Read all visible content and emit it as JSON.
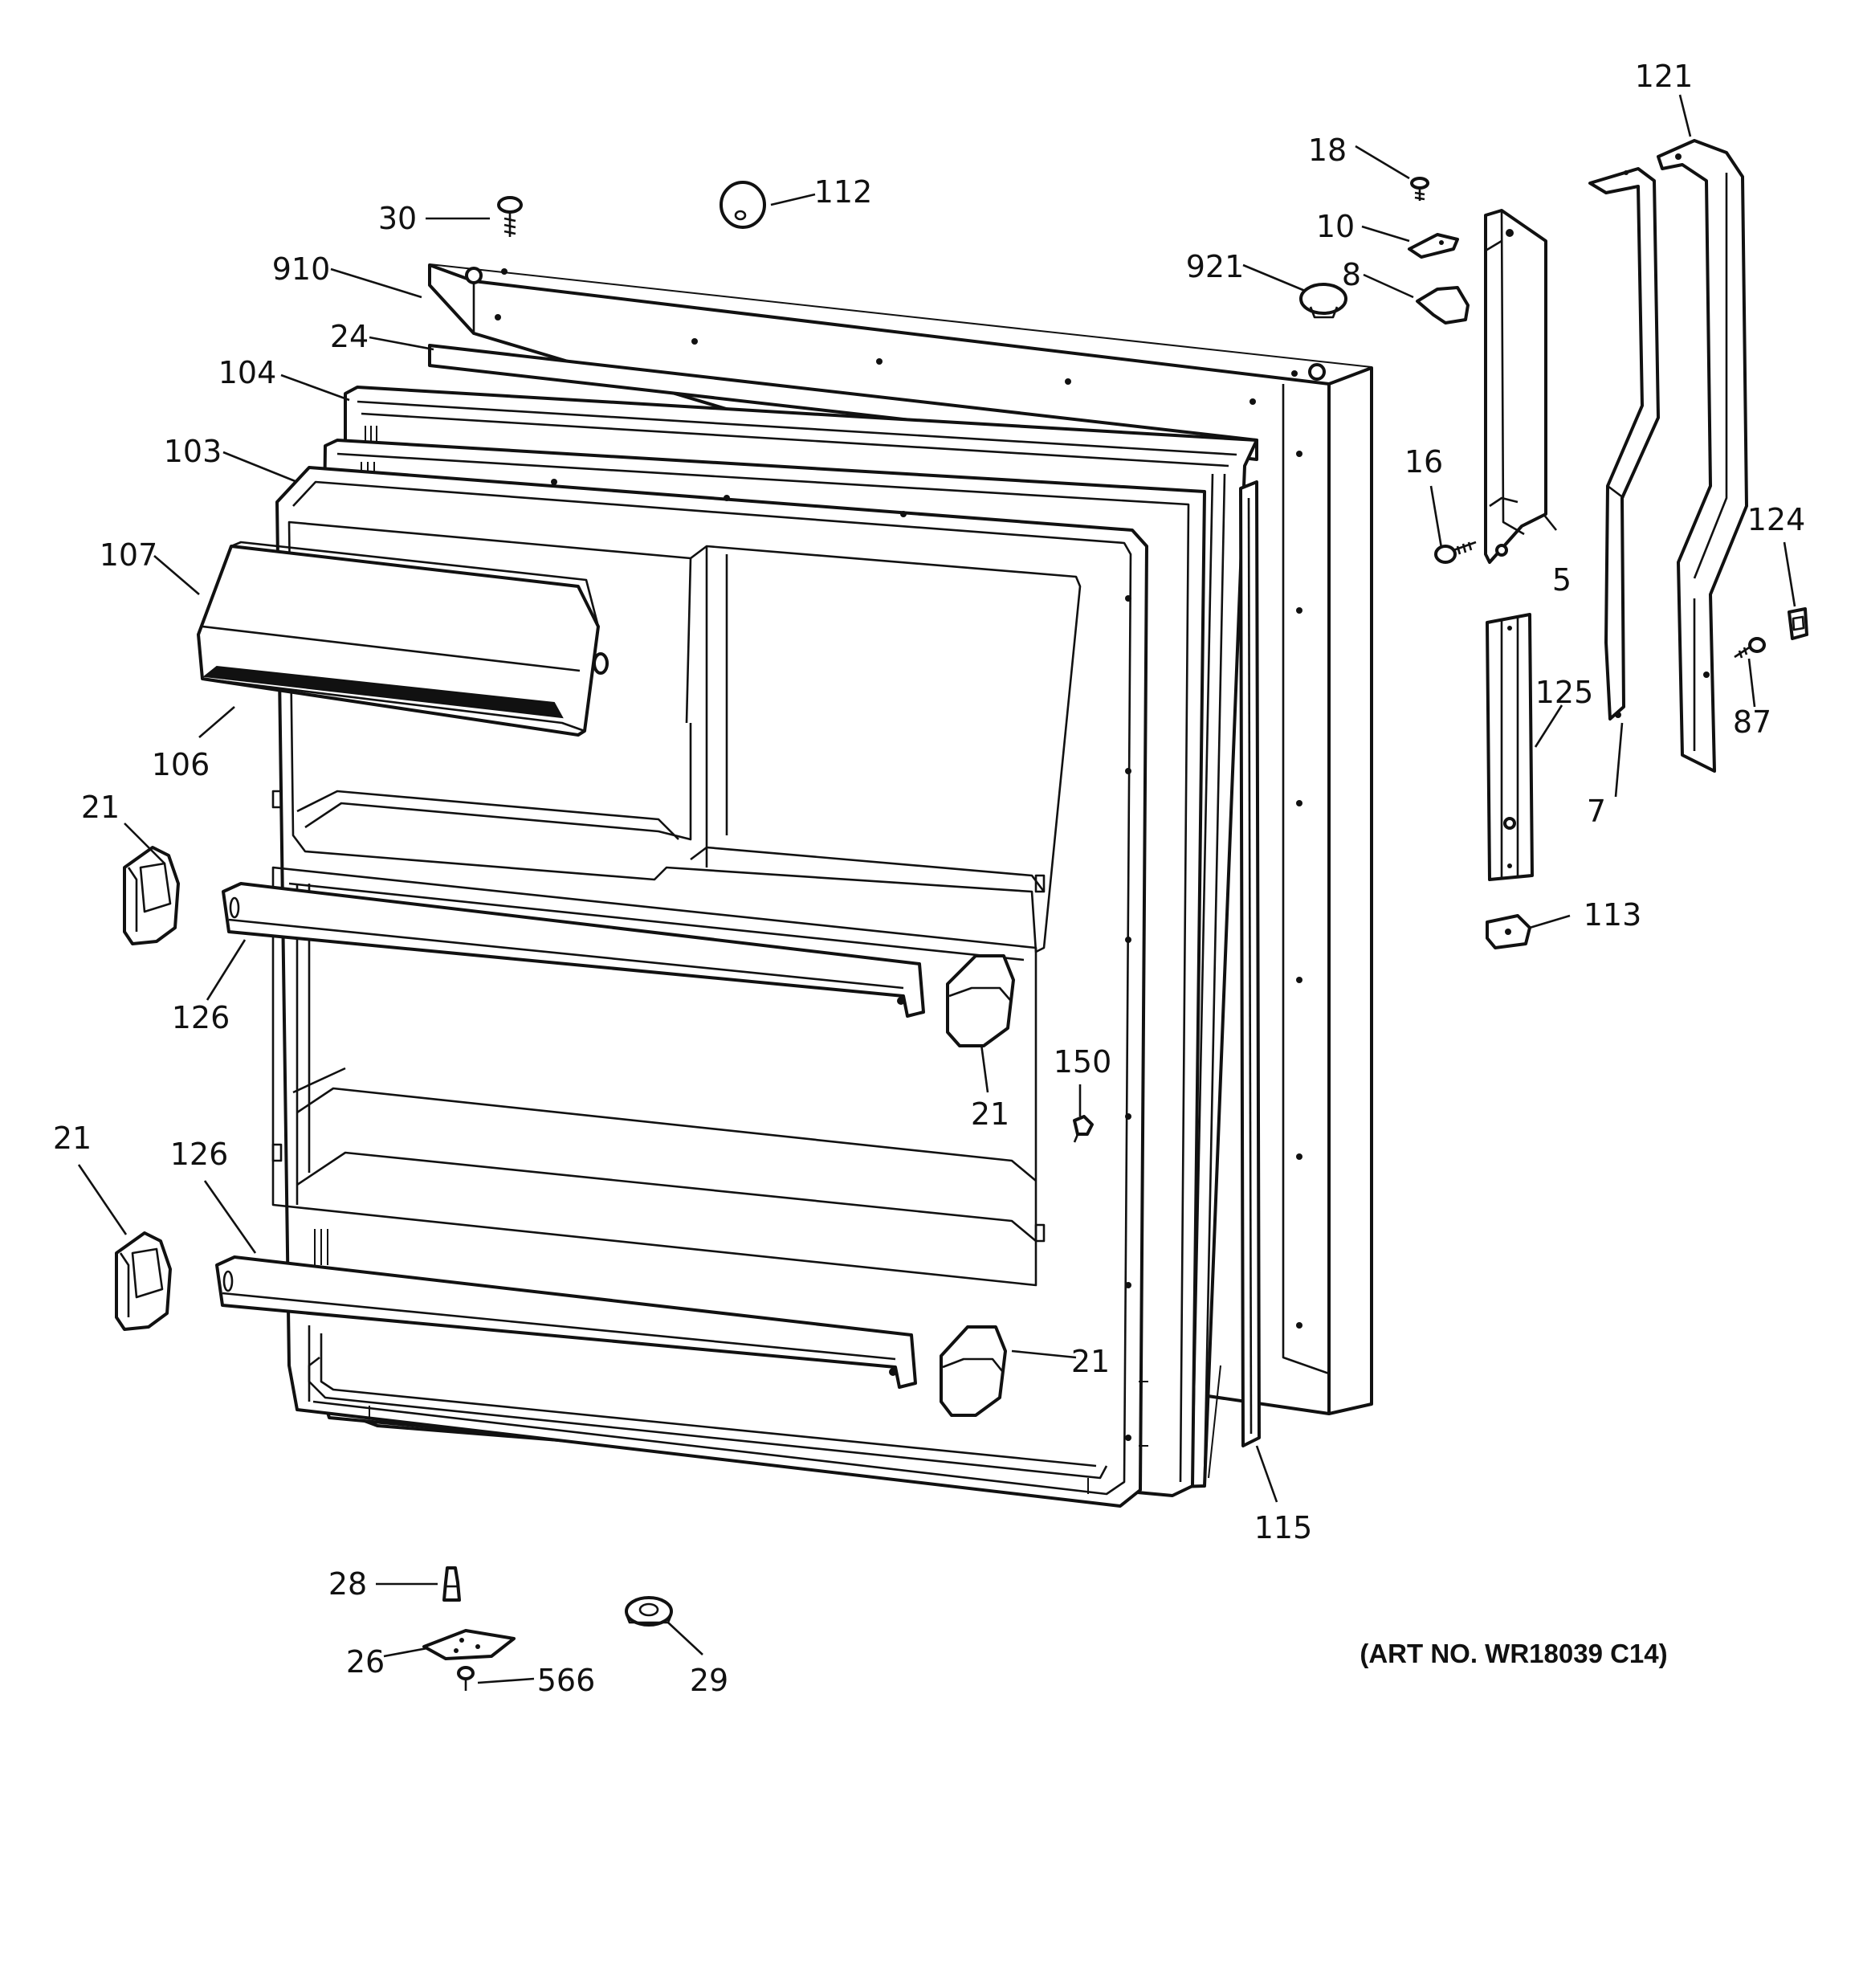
{
  "art_number": "(ART NO. WR18039 C14)",
  "part_labels": {
    "p121": "121",
    "p18": "18",
    "p10": "10",
    "p8": "8",
    "p921": "921",
    "p30": "30",
    "p112": "112",
    "p910": "910",
    "p24": "24",
    "p104": "104",
    "p103": "103",
    "p107": "107",
    "p106": "106",
    "p16": "16",
    "p5": "5",
    "p124": "124",
    "p125": "125",
    "p87": "87",
    "p7": "7",
    "p113": "113",
    "p21a": "21",
    "p126a": "126",
    "p150": "150",
    "p21b": "21",
    "p21c": "21",
    "p126b": "126",
    "p21d": "21",
    "p115": "115",
    "p28": "28",
    "p26": "26",
    "p566": "566",
    "p29": "29"
  }
}
